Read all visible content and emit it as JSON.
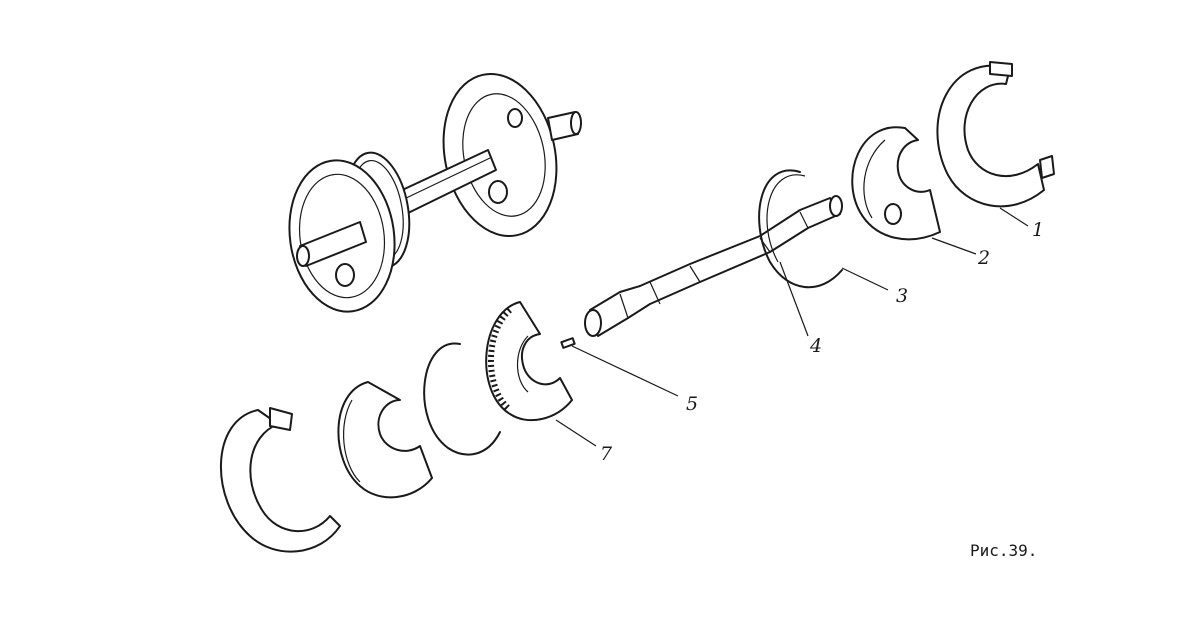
{
  "figure": {
    "caption": "Рис.39.",
    "labels": [
      "1",
      "2",
      "3",
      "4",
      "5",
      "7"
    ]
  }
}
